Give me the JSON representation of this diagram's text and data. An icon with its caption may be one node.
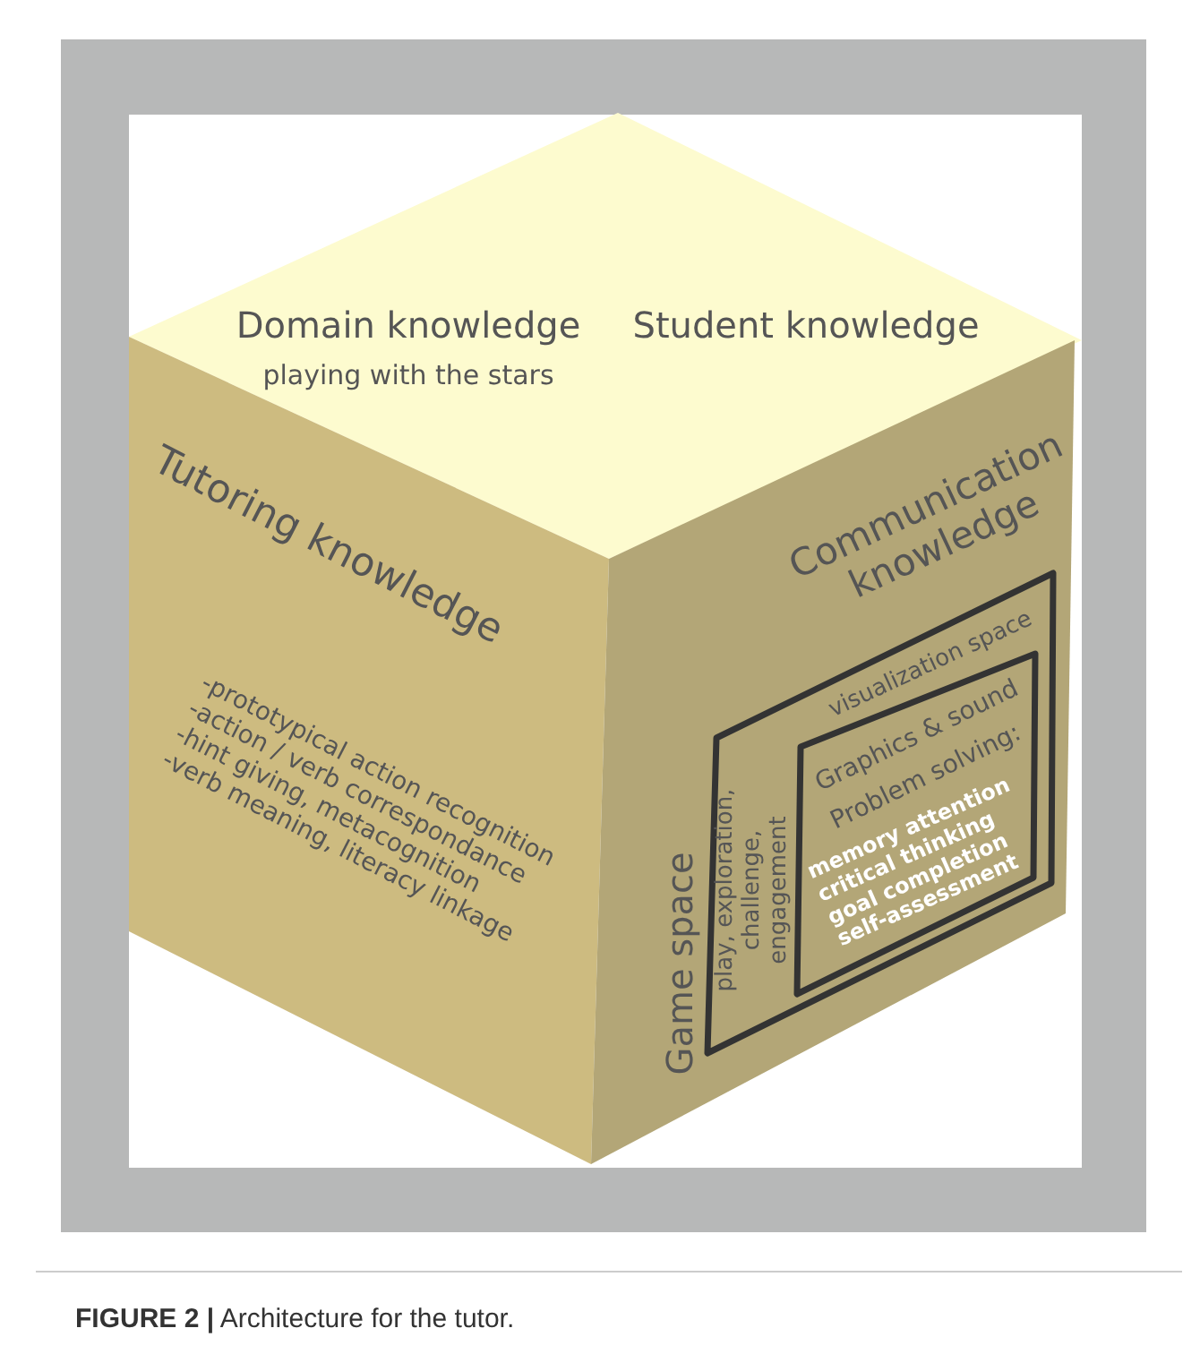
{
  "diagram": {
    "caption": "**FIGURE 2 |** Architecture for the tutor.",
    "nodes": [
      {
        "text": [
          "Domain knowledge",
          "playing with the stars",
          "Student knowledge"
        ]
      },
      {
        "text": [
          "Tutoring knowledge",
          "-prototypical action recognition",
          "-action / verb correspondance",
          "-hint giving, metacognition",
          "-verb meaning, literacy linkage"
        ]
      },
      {
        "text": [
          "Communication knowledge"
        ]
      },
      {
        "text": [
          "Game space",
          "play, exploration, challenge, engagement",
          "visualization space"
        ],
        "in": 2
      },
      {
        "text": [
          "Graphics & sound",
          "Problem solving:",
          "memory attention",
          "critical thinking",
          "goal completion",
          "self-assessment"
        ],
        "in": 3
      }
    ],
    "edges": []
  }
}
